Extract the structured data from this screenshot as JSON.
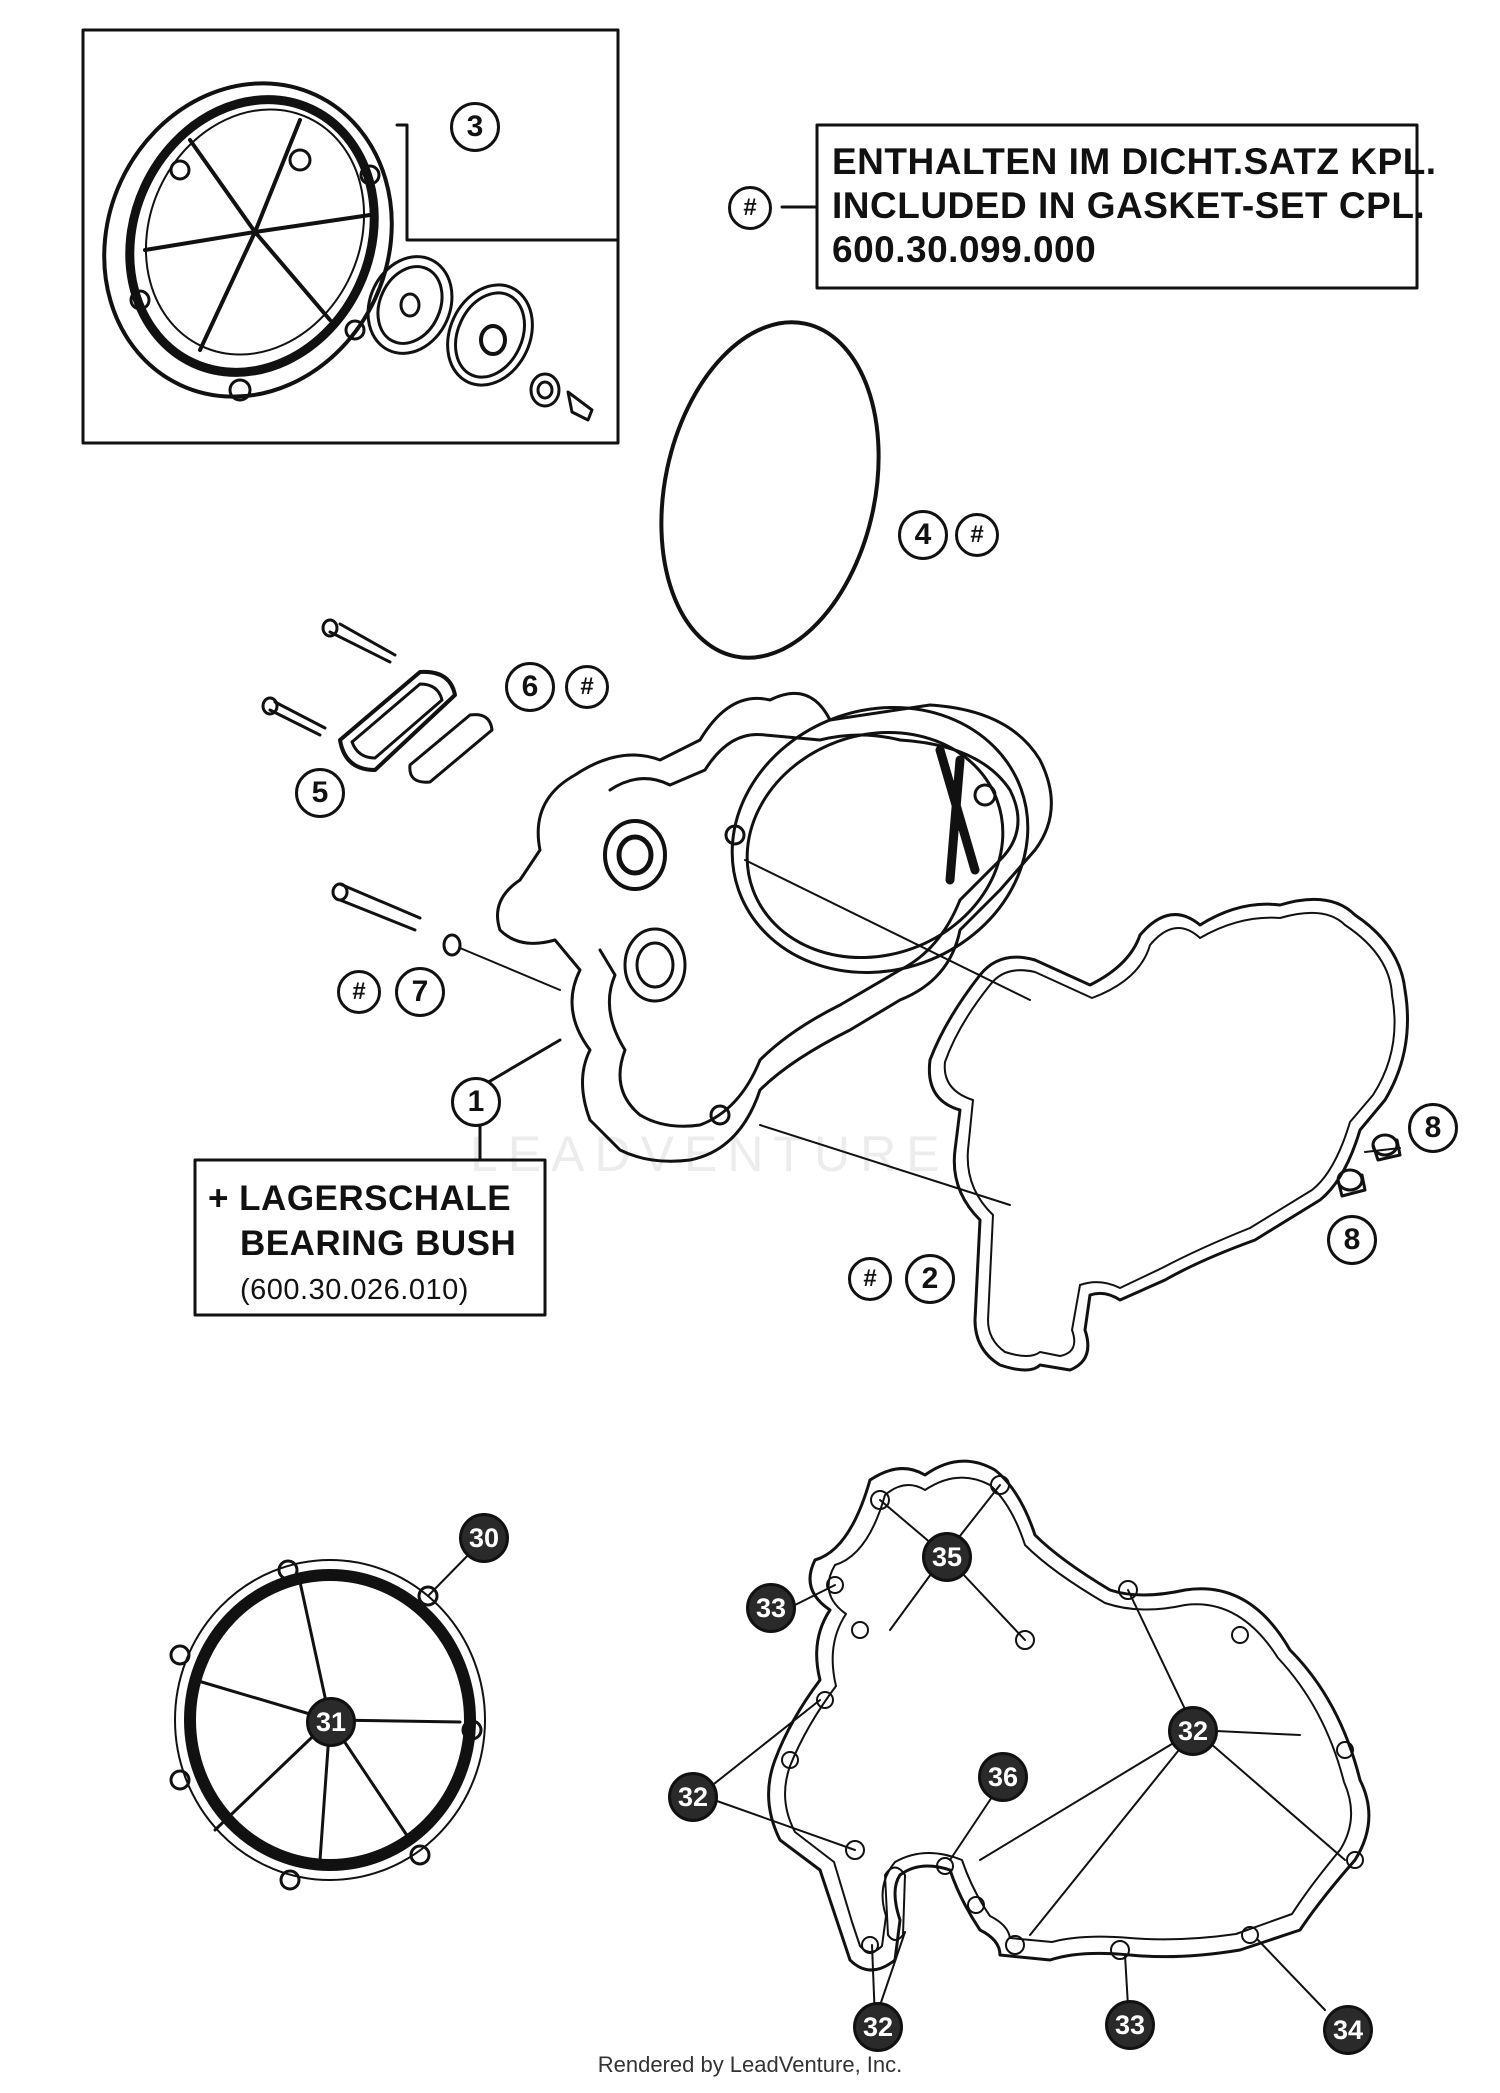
{
  "notes": {
    "gasket_set": {
      "line1": "ENTHALTEN IM DICHT.SATZ KPL.",
      "line2": "INCLUDED IN GASKET-SET CPL.",
      "part_no": "600.30.099.000",
      "marker": "#"
    },
    "bearing": {
      "line1": "+ LAGERSCHALE",
      "line2": "BEARING BUSH",
      "part_no": "(600.30.026.010)"
    }
  },
  "callouts": {
    "c3": "3",
    "c4": "4",
    "c5": "5",
    "c6": "6",
    "c7": "7",
    "c1": "1",
    "c2": "2",
    "c8a": "8",
    "c8b": "8",
    "c30": "30",
    "c31": "31",
    "c32a": "32",
    "c32b": "32",
    "c32c": "32",
    "c33a": "33",
    "c33b": "33",
    "c34": "34",
    "c35": "35",
    "c36": "36"
  },
  "markers": {
    "hash": "#"
  },
  "watermark": "LEADVENTURE",
  "footer": "Rendered by LeadVenture, Inc."
}
